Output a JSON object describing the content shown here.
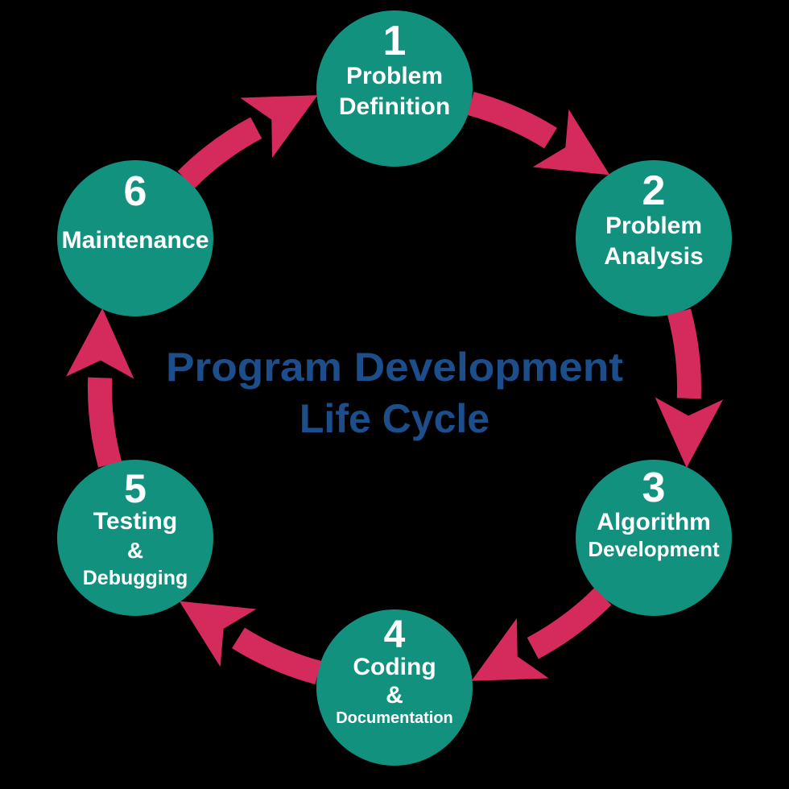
{
  "title": {
    "line1": "Program Development",
    "line2": "Life Cycle"
  },
  "steps": [
    {
      "number": "1",
      "line1": "Problem",
      "line2": "Definition"
    },
    {
      "number": "2",
      "line1": "Problem",
      "line2": "Analysis"
    },
    {
      "number": "3",
      "line1": "Algorithm",
      "line2": "Development"
    },
    {
      "number": "4",
      "line1": "Coding",
      "line2": "&",
      "line3": "Documentation"
    },
    {
      "number": "5",
      "line1": "Testing",
      "line2": "&",
      "line3": "Debugging"
    },
    {
      "number": "6",
      "line1": "Maintenance"
    }
  ],
  "colors": {
    "circle": "#13917f",
    "arrow": "#d52a5c",
    "title": "#1c4e8c",
    "label": "#ffffff",
    "background": "#000000"
  }
}
